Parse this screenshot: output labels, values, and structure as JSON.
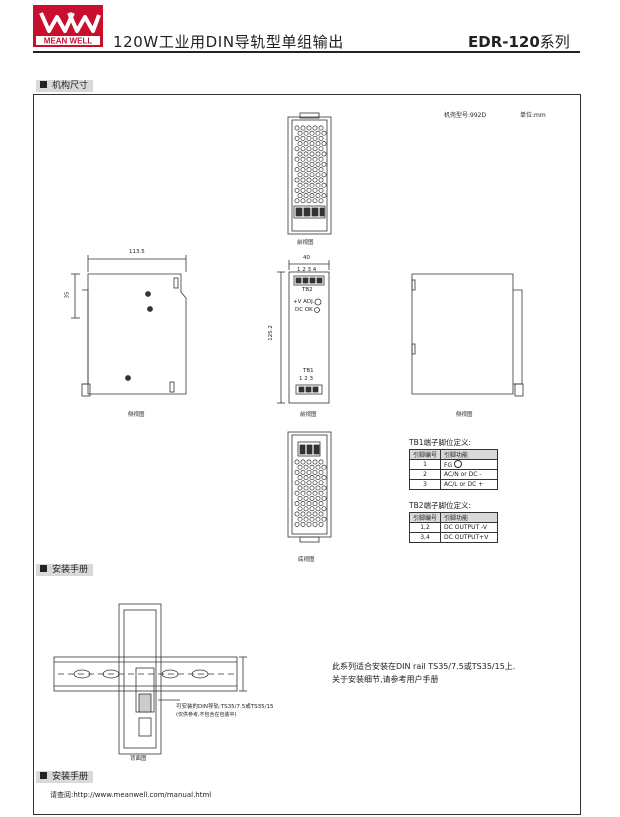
{
  "logo": {
    "brand": "MEAN WELL"
  },
  "header": {
    "title": "120W工业用DIN导轨型单组输出",
    "series_model": "EDR-120",
    "series_suffix": "系列"
  },
  "sections": {
    "mechanical": "机构尺寸",
    "installation1": "安装手册",
    "installation2": "安装手册"
  },
  "case_info": {
    "case_no": "机壳型号:992D",
    "unit": "单位:mm"
  },
  "views": {
    "top": "前视图",
    "side_left": "侧视图",
    "front": "前视图",
    "side_right": "侧视图",
    "bottom": "底视图",
    "mount": "背面图"
  },
  "dims": {
    "width": "113.5",
    "depth": "40",
    "height": "125.2",
    "offset": "35"
  },
  "front_labels": {
    "tb2_pins": "1  2  3  4",
    "tb2": "TB2",
    "vadj": "+V ADJ.",
    "dcok": "DC OK",
    "tb1": "TB1",
    "tb1_pins": "1  2  3"
  },
  "tb1": {
    "title": "TB1端子脚位定义:",
    "headers": [
      "引脚编号",
      "引脚功能"
    ],
    "rows": [
      {
        "no": "1",
        "func": "FG"
      },
      {
        "no": "2",
        "func": "AC/N or DC -"
      },
      {
        "no": "3",
        "func": "AC/L  or DC +"
      }
    ]
  },
  "tb2": {
    "title": "TB2端子脚位定义:",
    "headers": [
      "引脚编号",
      "引脚功能"
    ],
    "rows": [
      {
        "no": "1,2",
        "func": "DC OUTPUT -V"
      },
      {
        "no": "3,4",
        "func": "DC OUTPUT+V"
      }
    ]
  },
  "mount": {
    "rail_note": "可安装的DIN导轨:TS35/7.5或TS35/15",
    "rail_note2": "(仅供参考,不包含在包装中)",
    "text_line1": "此系列适合安装在DIN rail TS35/7.5或TS35/15上.",
    "text_line2": "关于安装细节,请参考用户手册"
  },
  "manual": {
    "text": "请查阅:http://www.meanwell.com/manual.html"
  },
  "colors": {
    "brand_red": "#c8102e",
    "section_bg": "#d9d9d9"
  }
}
